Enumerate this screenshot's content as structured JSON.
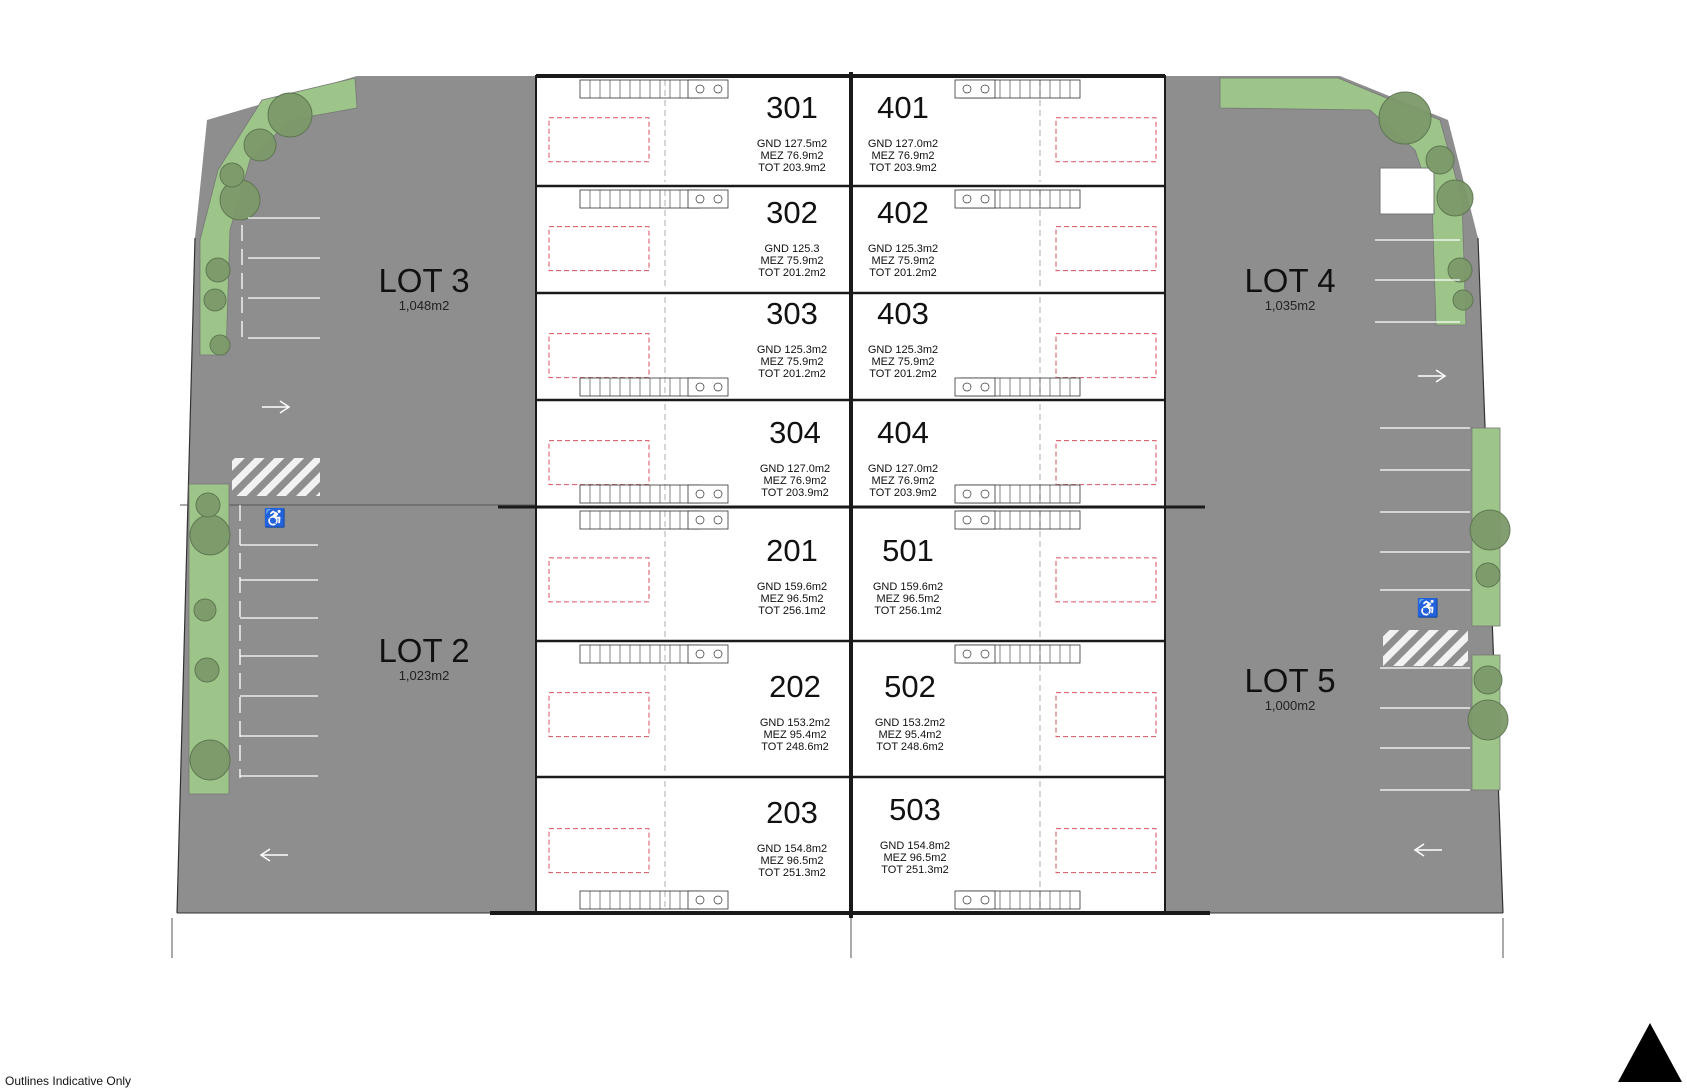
{
  "note": "Outlines Indicative Only",
  "colors": {
    "paving": "#8e8e8e",
    "landscape": "#9dc589",
    "tree": "#7d9a6a",
    "wall": "#1a1a1a",
    "unit_fill": "#ffffff",
    "storage_outline": "#d8525e",
    "north_arrow": "#000000"
  },
  "icons": {
    "north": "north-arrow-icon",
    "accessible": "accessible-parking-icon",
    "traffic_left": "arrow-left-icon",
    "traffic_right": "arrow-right-icon"
  },
  "lots": [
    {
      "name": "LOT 3",
      "area": "1,048m2"
    },
    {
      "name": "LOT 2",
      "area": "1,023m2"
    },
    {
      "name": "LOT 4",
      "area": "1,035m2"
    },
    {
      "name": "LOT 5",
      "area": "1,000m2"
    }
  ],
  "units": [
    {
      "no": "301",
      "gnd": "GND 127.5m2",
      "mez": "MEZ 76.9m2",
      "tot": "TOT 203.9m2"
    },
    {
      "no": "302",
      "gnd": "GND 125.3",
      "mez": "MEZ 75.9m2",
      "tot": "TOT 201.2m2"
    },
    {
      "no": "303",
      "gnd": "GND 125.3m2",
      "mez": "MEZ 75.9m2",
      "tot": "TOT 201.2m2"
    },
    {
      "no": "304",
      "gnd": "GND 127.0m2",
      "mez": "MEZ 76.9m2",
      "tot": "TOT 203.9m2"
    },
    {
      "no": "201",
      "gnd": "GND 159.6m2",
      "mez": "MEZ 96.5m2",
      "tot": "TOT 256.1m2"
    },
    {
      "no": "202",
      "gnd": "GND 153.2m2",
      "mez": "MEZ 95.4m2",
      "tot": "TOT 248.6m2"
    },
    {
      "no": "203",
      "gnd": "GND 154.8m2",
      "mez": "MEZ 96.5m2",
      "tot": "TOT 251.3m2"
    },
    {
      "no": "401",
      "gnd": "GND 127.0m2",
      "mez": "MEZ 76.9m2",
      "tot": "TOT 203.9m2"
    },
    {
      "no": "402",
      "gnd": "GND 125.3m2",
      "mez": "MEZ 75.9m2",
      "tot": "TOT 201.2m2"
    },
    {
      "no": "403",
      "gnd": "GND 125.3m2",
      "mez": "MEZ 75.9m2",
      "tot": "TOT 201.2m2"
    },
    {
      "no": "404",
      "gnd": "GND 127.0m2",
      "mez": "MEZ 76.9m2",
      "tot": "TOT 203.9m2"
    },
    {
      "no": "501",
      "gnd": "GND 159.6m2",
      "mez": "MEZ 96.5m2",
      "tot": "TOT 256.1m2"
    },
    {
      "no": "502",
      "gnd": "GND 153.2m2",
      "mez": "MEZ 95.4m2",
      "tot": "TOT 248.6m2"
    },
    {
      "no": "503",
      "gnd": "GND 154.8m2",
      "mez": "MEZ 96.5m2",
      "tot": "TOT 251.3m2"
    }
  ]
}
